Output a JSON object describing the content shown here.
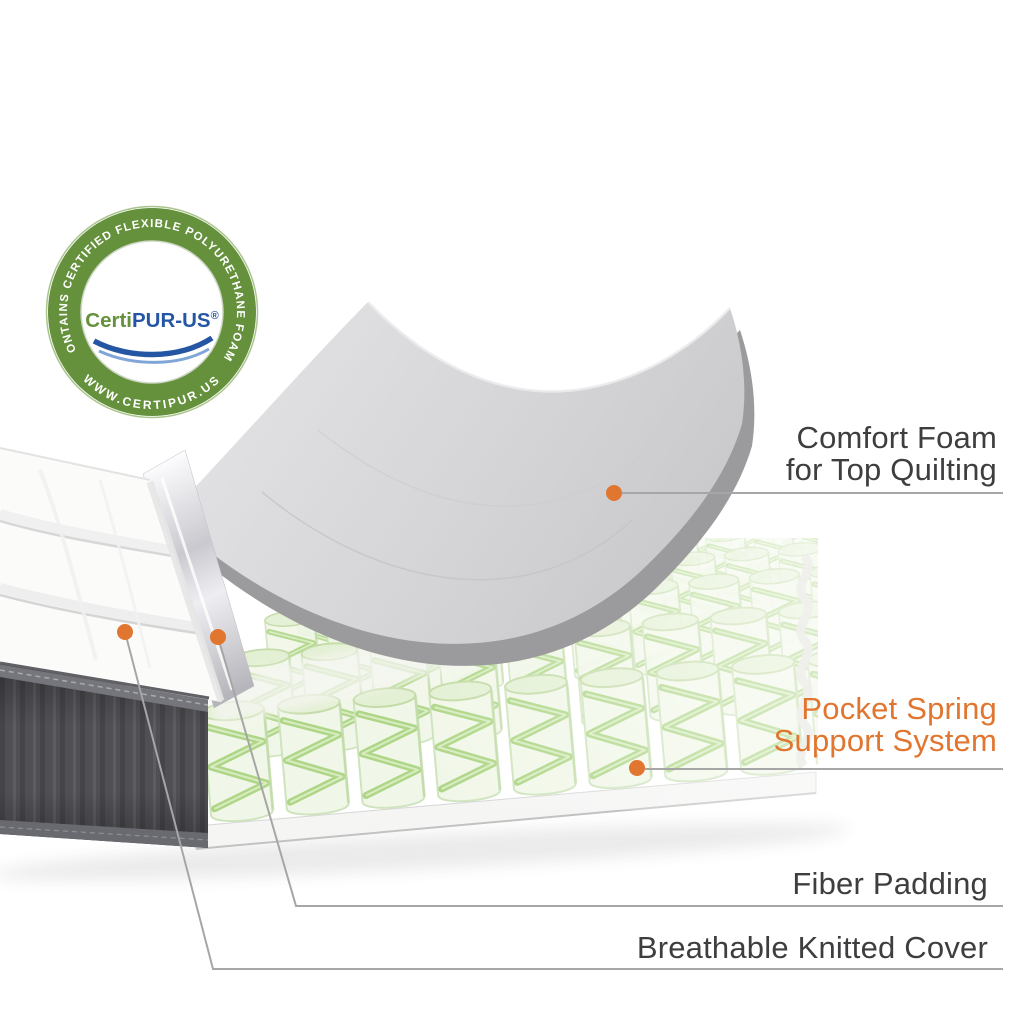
{
  "page": {
    "background": "#ffffff"
  },
  "colors": {
    "accent": "#e0762f",
    "leader_line": "#a6a6a6",
    "label_text": "#3e3e40",
    "badge_green": "#65913d",
    "badge_blue": "#2456a4",
    "foam_gray": "#d2d2d4",
    "spring_green": "#aed687",
    "fabric_dark": "#4e4e52"
  },
  "badge": {
    "arc_top": "CONTAINS CERTIFIED FLEXIBLE POLYURETHANE FOAM",
    "arc_bottom": "WWW.CERTIPUR.US",
    "name_part1": "Certi",
    "name_part2": "PUR-US",
    "registered_mark": "®"
  },
  "labels": {
    "comfort_foam": {
      "line1": "Comfort Foam",
      "line2": "for Top Quilting"
    },
    "pocket_spring": {
      "line1": "Pocket Spring",
      "line2": "Support System"
    },
    "fiber_padding": {
      "text": "Fiber Padding"
    },
    "knitted_cover": {
      "text": "Breathable Knitted Cover"
    }
  }
}
